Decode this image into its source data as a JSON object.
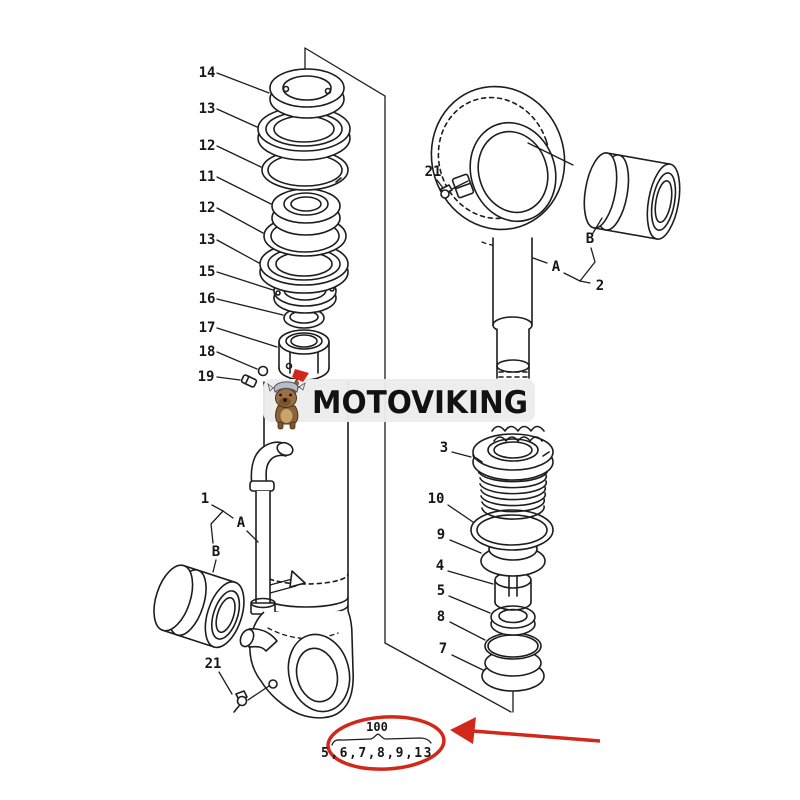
{
  "page": {
    "type": "exploded-parts-diagram",
    "background": "#ffffff",
    "ink_color": "#1d1d1d"
  },
  "watermark": {
    "brand_text": "MOTOVIKING",
    "mascot_icon": "viking-dog-icon",
    "panel_color": "#ececec",
    "text_color": "#121212"
  },
  "annotation": {
    "kit_number": "100",
    "kit_items": "5,6,7,8,9,13",
    "highlight_color": "#d2281a"
  },
  "labels": {
    "seal_stack": [
      "14",
      "13",
      "12",
      "11",
      "12",
      "13",
      "15",
      "16",
      "17",
      "18",
      "19"
    ],
    "rod_group": {
      "grease_fitting": "21",
      "rod": "A",
      "bushing": "B",
      "assembly": "2"
    },
    "gland_stack": [
      "3",
      "10",
      "9",
      "4",
      "5",
      "8",
      "7"
    ],
    "cylinder_group": {
      "assembly": "1",
      "cylinder": "A",
      "bushing": "B",
      "grease_fitting": "21"
    }
  }
}
